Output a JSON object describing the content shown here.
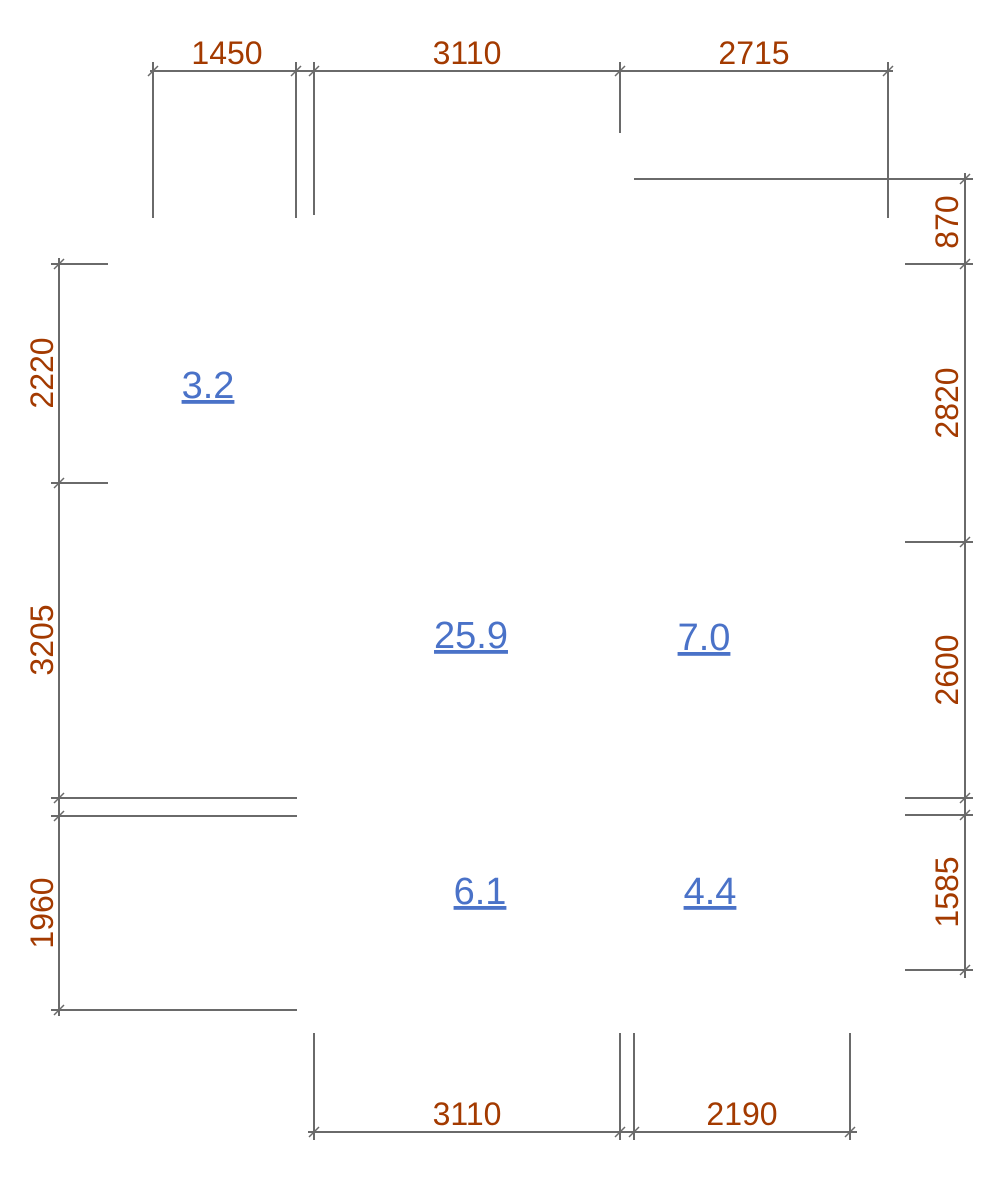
{
  "dimensions": {
    "top": [
      "1450",
      "3110",
      "2715"
    ],
    "right": [
      "870",
      "2820",
      "2600",
      "1585"
    ],
    "left": [
      "2220",
      "3205",
      "1960"
    ],
    "bottom": [
      "3110",
      "2190"
    ]
  },
  "rooms": [
    {
      "area": "3.2"
    },
    {
      "area": "25.9"
    },
    {
      "area": "7.0"
    },
    {
      "area": "6.1"
    },
    {
      "area": "4.4"
    }
  ],
  "colors": {
    "dimension_text": "#a33a00",
    "area_text": "#4a72c8",
    "lines": "#6a6a6a"
  }
}
